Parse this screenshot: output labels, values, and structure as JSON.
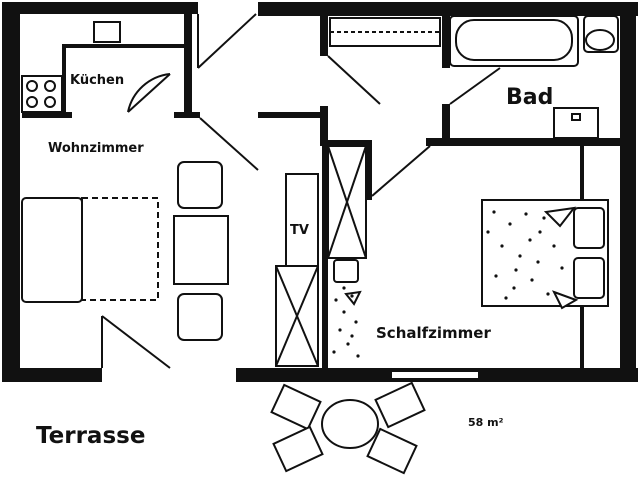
{
  "rooms": {
    "kitchen": "Küchen",
    "living": "Wohnzimmer",
    "bath": "Bad",
    "bedroom": "Schalfzimmer",
    "terrace": "Terrasse",
    "tv": "TV"
  },
  "area": "58 m²"
}
